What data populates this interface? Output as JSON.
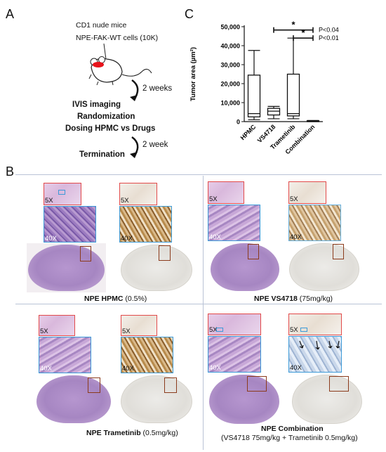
{
  "panel_a": {
    "letter": "A",
    "mouse_label": "CD1 nude mice",
    "cells_label": "NPE-FAK-WT cells (10K)",
    "interval1": "2 weeks",
    "steps": [
      "IVIS imaging",
      "Randomization",
      "Dosing HPMC vs Drugs"
    ],
    "interval2": "2 week",
    "termination": "Termination"
  },
  "panel_b": {
    "letter": "B",
    "quadrants": [
      {
        "caption_bold": "NPE HPMC",
        "caption_normal": " (0.5%)",
        "caption_line2": ""
      },
      {
        "caption_bold": "NPE VS4718",
        "caption_normal": " (75mg/kg)",
        "caption_line2": ""
      },
      {
        "caption_bold": "NPE Trametinib",
        "caption_normal": " (0.5mg/kg)",
        "caption_line2": ""
      },
      {
        "caption_bold": "NPE Combination",
        "caption_normal": "",
        "caption_line2": "(VS4718 75mg/kg + Trametinib 0.5mg/kg)"
      }
    ],
    "mag_5x": "5X",
    "mag_40x": "40X"
  },
  "chart_data": {
    "type": "box",
    "letter": "C",
    "ylabel": "Tumor area (µm²)",
    "categories": [
      "HPMC",
      "VS4718",
      "Trametinib",
      "Combination"
    ],
    "yticks": [
      "0",
      "10,000",
      "20,000",
      "30,000",
      "40,000",
      "50,000"
    ],
    "ylim": [
      0,
      50000
    ],
    "boxes": [
      {
        "min": 1000,
        "q1": 2500,
        "median": 4200,
        "q3": 24500,
        "max": 37500
      },
      {
        "min": 1500,
        "q1": 3500,
        "median": 5500,
        "q3": 7000,
        "max": 8000
      },
      {
        "min": 1500,
        "q1": 3000,
        "median": 4200,
        "q3": 25000,
        "max": 44000
      },
      {
        "min": 0,
        "q1": 100,
        "median": 200,
        "q3": 400,
        "max": 600
      }
    ],
    "annotations": [
      {
        "from": 1,
        "to": 3,
        "star": "*",
        "p": "P<0.04"
      },
      {
        "from": 2,
        "to": 3,
        "star": "*",
        "p": "P<0.01"
      }
    ],
    "grid": false
  }
}
